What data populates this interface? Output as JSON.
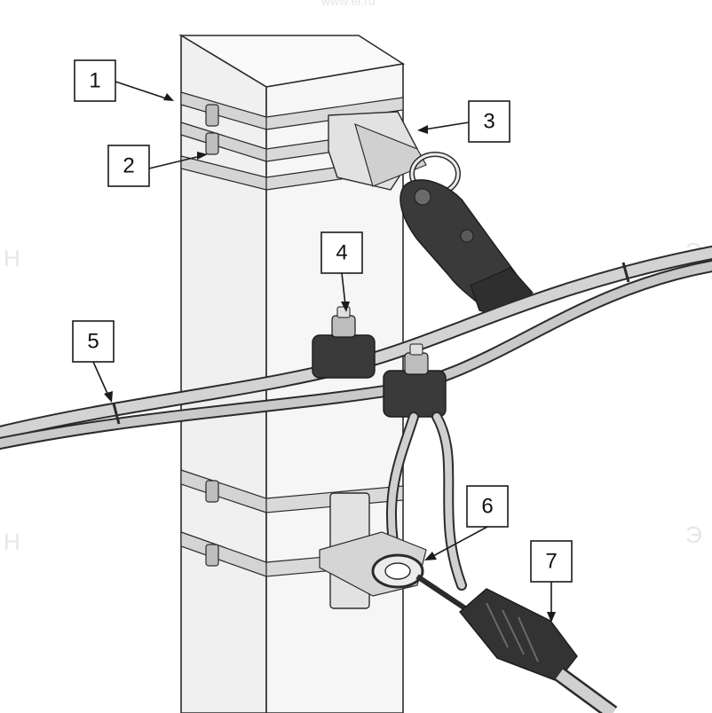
{
  "watermark": {
    "site": "www.el.ru",
    "logo_fragment_left": "Н",
    "logo_fragment_right": "Э"
  },
  "callouts": [
    {
      "id": "1",
      "label": "1"
    },
    {
      "id": "2",
      "label": "2"
    },
    {
      "id": "3",
      "label": "3"
    },
    {
      "id": "4",
      "label": "4"
    },
    {
      "id": "5",
      "label": "5"
    },
    {
      "id": "6",
      "label": "6"
    },
    {
      "id": "7",
      "label": "7"
    }
  ],
  "colors": {
    "pole_face": "#f1f1f1",
    "pole_top": "#fafafa",
    "outline": "#2b2b2b",
    "band": "#d2d2d2",
    "clamp_dark": "#3a3a3a",
    "cable": "#cfcfcf"
  }
}
